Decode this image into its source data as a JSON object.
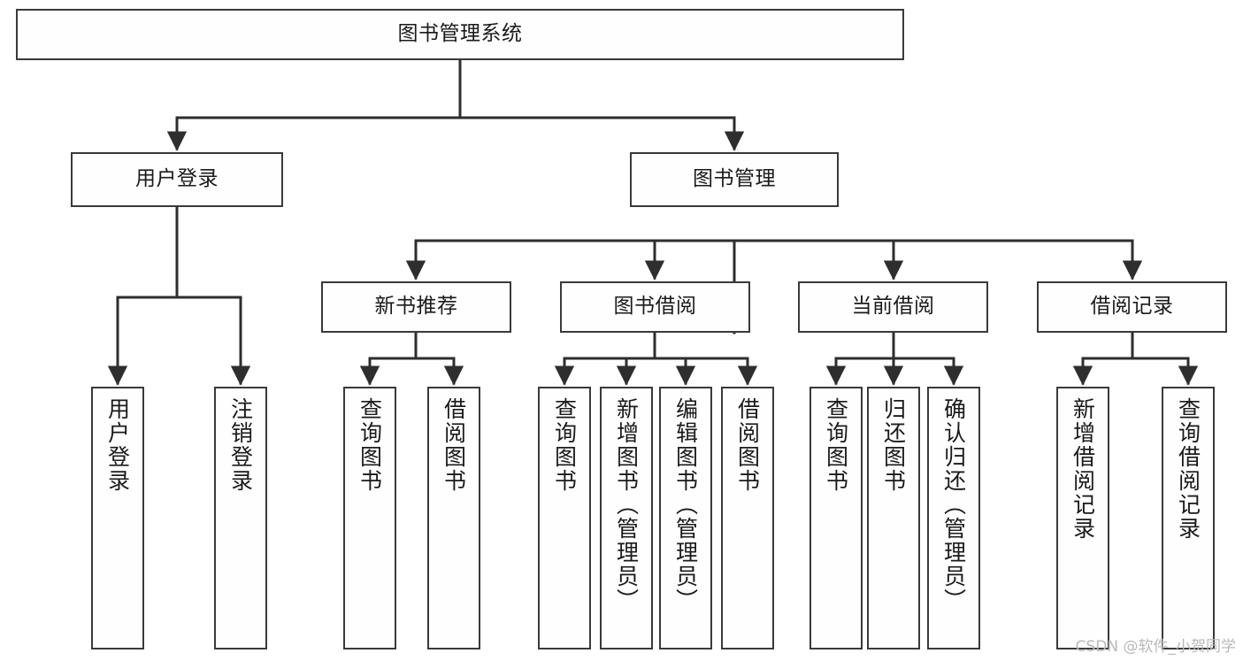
{
  "diagram": {
    "type": "tree",
    "title": "图书管理系统",
    "orientation": "top-down",
    "colors": {
      "background": "#ffffff",
      "box_border": "#3a3a3a",
      "box_fill": "#fefefe",
      "connector": "#2e2e2e",
      "text": "#1a1a1a",
      "watermark": "#b9b9b9"
    }
  },
  "nodes": {
    "root": {
      "label": "图书管理系统"
    },
    "level2": [
      {
        "label": "用户登录"
      },
      {
        "label": "图书管理"
      }
    ],
    "level3": [
      {
        "label": "新书推荐"
      },
      {
        "label": "图书借阅"
      },
      {
        "label": "当前借阅"
      },
      {
        "label": "借阅记录"
      }
    ],
    "leaves": {
      "user_login": [
        {
          "label": "用户登录"
        },
        {
          "label": "注销登录"
        }
      ],
      "new_book_recommend": [
        {
          "label": "查询图书"
        },
        {
          "label": "借阅图书"
        }
      ],
      "book_borrow": [
        {
          "label": "查询图书"
        },
        {
          "label": "新增图书（管理员）"
        },
        {
          "label": "编辑图书（管理员）"
        },
        {
          "label": "借阅图书"
        }
      ],
      "current_borrow": [
        {
          "label": "查询图书"
        },
        {
          "label": "归还图书"
        },
        {
          "label": "确认归还（管理员）"
        }
      ],
      "borrow_record": [
        {
          "label": "新增借阅记录"
        },
        {
          "label": "查询借阅记录"
        }
      ]
    }
  },
  "watermark": {
    "text": "CSDN @软件_小贺同学"
  }
}
